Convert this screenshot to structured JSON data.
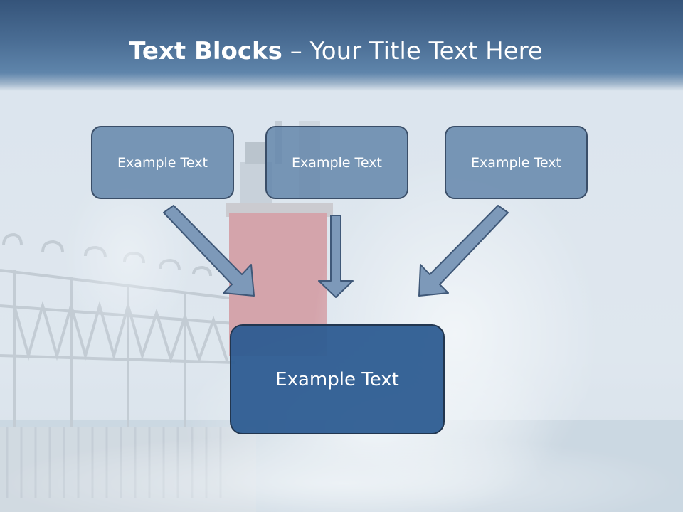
{
  "slide": {
    "title_bold": "Text Blocks",
    "title_dash": " – ",
    "title_rest": "Your Title Text Here"
  },
  "blocks": {
    "top_left": "Example Text",
    "top_center": "Example Text",
    "top_right": "Example Text",
    "main": "Example Text"
  },
  "background": {
    "description_icon": "lighthouse-photo",
    "tint": "#dfe6ee",
    "lighthouse_color": "#c0505a"
  },
  "colors": {
    "title_bar": "#4a6d94",
    "small_box_fill": "#6f91b5",
    "main_box_fill": "#2d5c91",
    "arrow_fill": "#7d99b9",
    "arrow_stroke": "#3f5878"
  }
}
